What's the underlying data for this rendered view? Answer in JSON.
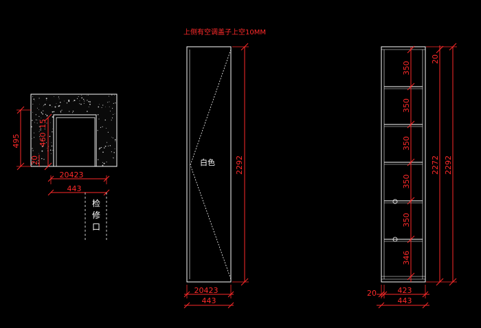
{
  "note_title": "上侧有空调盖子上空10MM",
  "colors": {
    "background": "#000000",
    "line": "#ffffff",
    "dimension": "#ff2a2a"
  },
  "plan_view": {
    "dim_height_total": "495",
    "dim_height_inner": "460",
    "dim_top_gap": "15",
    "dim_bottom": "20",
    "dim_width_parts": "20423",
    "dim_width_total": "443",
    "access_label_1": "检",
    "access_label_2": "修",
    "access_label_3": "口"
  },
  "front_view": {
    "door_label": "白色",
    "dim_height": "2292",
    "dim_width_parts": "20423",
    "dim_width_total": "443"
  },
  "shelf_view": {
    "dim_top": "20",
    "shelf_spacings": [
      "350",
      "350",
      "350",
      "350",
      "350",
      "346"
    ],
    "dim_inner_height": "2272",
    "dim_total_height": "2292",
    "dim_left_panel": "20",
    "dim_width_inner": "423",
    "dim_width_total": "443"
  }
}
